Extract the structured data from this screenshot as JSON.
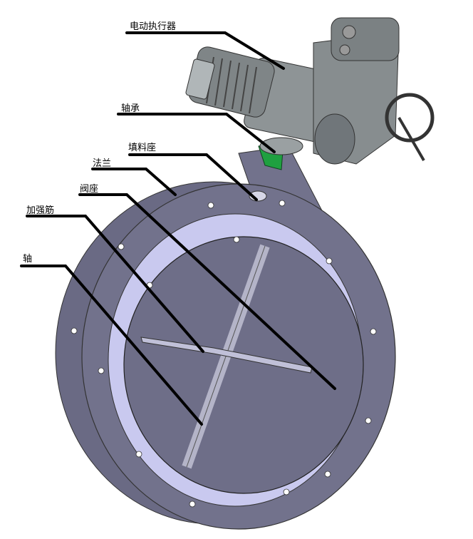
{
  "labels": {
    "actuator": "电动执行器",
    "bearing": "轴承",
    "packing_seat": "填料座",
    "flange": "法兰",
    "valve_seat": "阀座",
    "rib": "加强筋",
    "shaft": "轴"
  },
  "colors": {
    "body": "#70708a",
    "bore": "#c9c9ef",
    "leader": "#000000",
    "actuator": "#8e9496",
    "bearing": "#1fa040"
  }
}
